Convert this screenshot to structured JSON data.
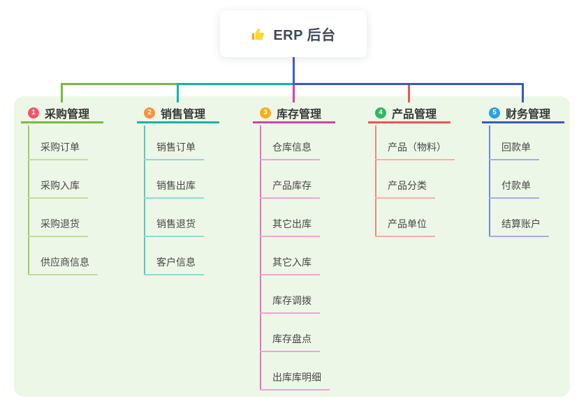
{
  "root": {
    "title": "ERP 后台",
    "icon": "thumbs-up"
  },
  "theme": {
    "page_bg": "#ffffff",
    "panel_bg": "#edf7e7",
    "root_text_color": "#3c4858",
    "header_text_color": "#383838",
    "child_text_color": "#474747",
    "connector_color": "#3f5ac9",
    "thumb_color": "#fdd835"
  },
  "branches": [
    {
      "num": "1",
      "label": "采购管理",
      "badge_color": "#f4546a",
      "line_color": "#7cb840",
      "mid_color": "#9ccb6e",
      "light_color": "#bfe09c",
      "children": [
        "采购订单",
        "采购入库",
        "采购退货",
        "供应商信息"
      ]
    },
    {
      "num": "2",
      "label": "销售管理",
      "badge_color": "#fd8f40",
      "line_color": "#14b3a9",
      "mid_color": "#58c9c1",
      "light_color": "#8fdad4",
      "children": [
        "销售订单",
        "销售出库",
        "销售退货",
        "客户信息"
      ]
    },
    {
      "num": "3",
      "label": "库存管理",
      "badge_color": "#fbad18",
      "line_color": "#d441a6",
      "mid_color": "#e173be",
      "light_color": "#efa3d4",
      "children": [
        "仓库信息",
        "产品库存",
        "其它出库",
        "其它入库",
        "库存调拨",
        "库存盘点",
        "出库库明细"
      ]
    },
    {
      "num": "4",
      "label": "产品管理",
      "badge_color": "#2eb862",
      "line_color": "#f0564e",
      "mid_color": "#f48680",
      "light_color": "#f8aea9",
      "children": [
        "产品（物料）",
        "产品分类",
        "产品单位"
      ]
    },
    {
      "num": "5",
      "label": "财务管理",
      "badge_color": "#29a3dd",
      "line_color": "#3a57c4",
      "mid_color": "#7386d6",
      "light_color": "#a2aee5",
      "children": [
        "回款单",
        "付款单",
        "结算账户"
      ]
    }
  ]
}
